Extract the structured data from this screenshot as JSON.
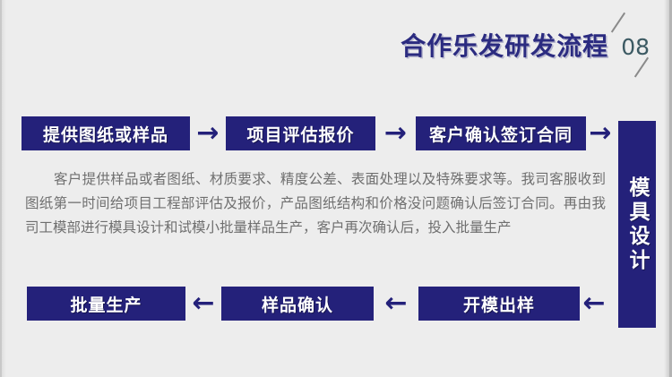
{
  "page": {
    "background_color": "#ededed",
    "accent_color": "#24217a",
    "title_color": "#2b2b80",
    "number_color": "#3c5a63",
    "body_text_color": "#6f6f6f"
  },
  "header": {
    "title": "合作乐发研发流程",
    "number": "08"
  },
  "flow": {
    "top_row": [
      {
        "label": "提供图纸或样品",
        "arrow": "→"
      },
      {
        "label": "项目评估报价",
        "arrow": "→"
      },
      {
        "label": "客户确认签订合同",
        "arrow": "→"
      }
    ],
    "bottom_row": [
      {
        "label": "批量生产",
        "arrow": "←"
      },
      {
        "label": "样品确认",
        "arrow": "←"
      },
      {
        "label": "开模出样",
        "arrow": "←"
      }
    ],
    "vertical_stage": "模具设计"
  },
  "description": {
    "paragraph": "客户提供样品或者图纸、材质要求、精度公差、表面处理以及特殊要求等。我司客服收到图纸第一时间给项目工程部评估及报价，产品图纸结构和价格没问题确认后签订合同。再由我司工模部进行模具设计和试模小批量样品生产，客户再次确认后，投入批量生产"
  }
}
